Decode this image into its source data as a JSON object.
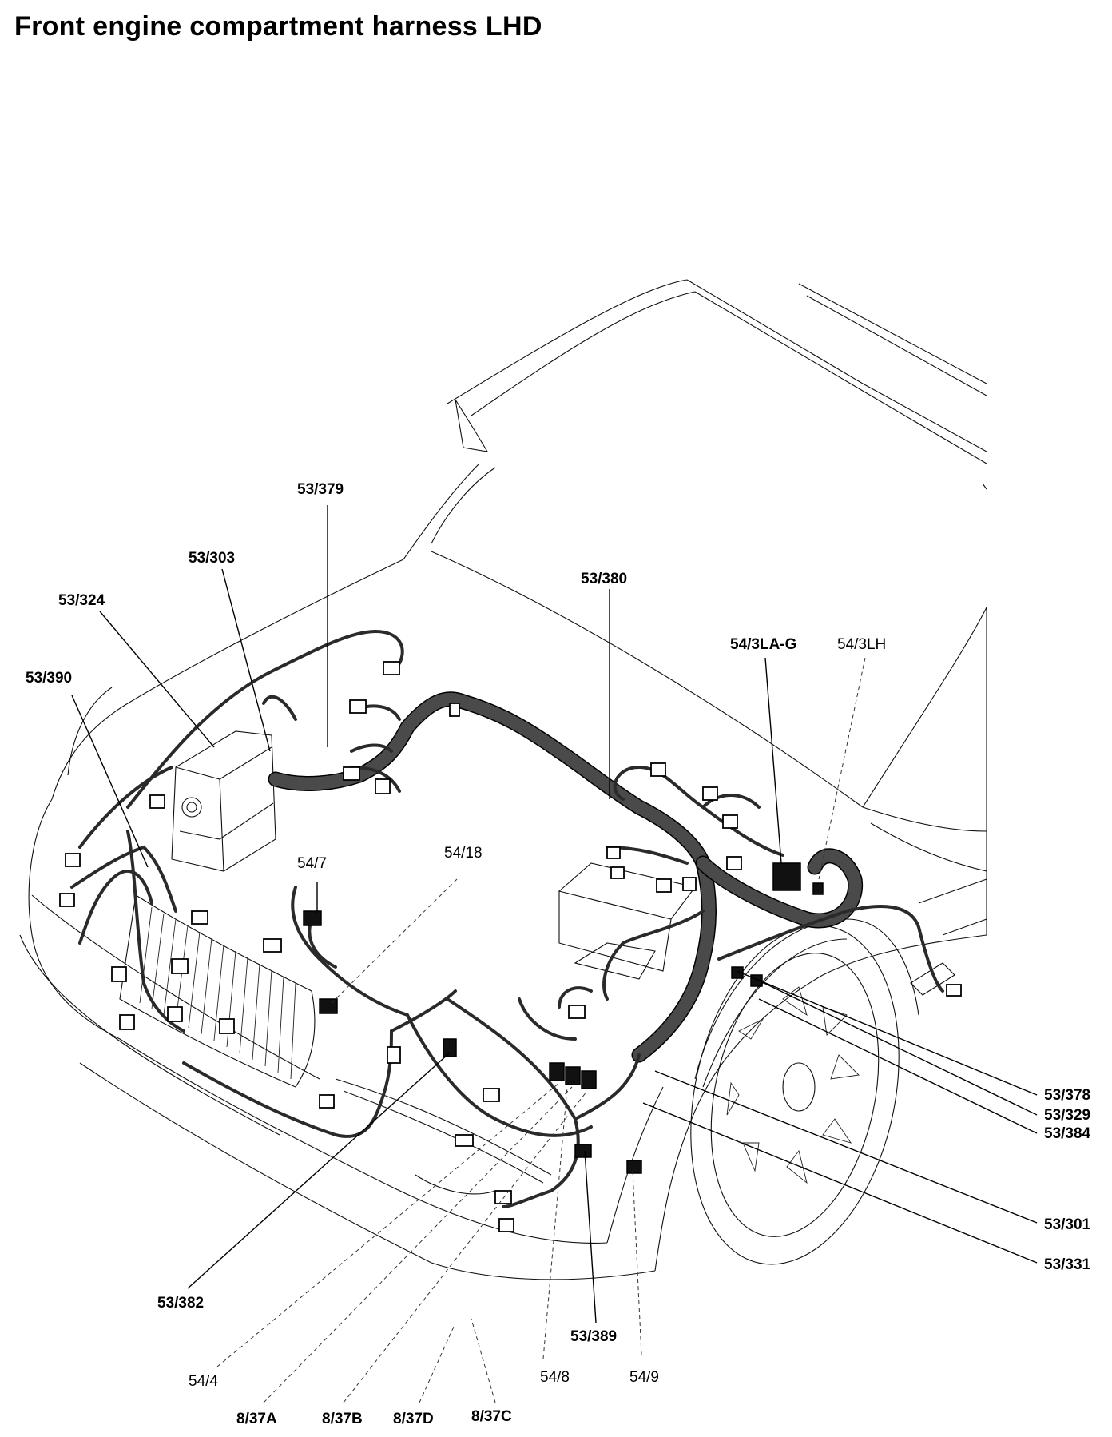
{
  "title": "Front engine compartment harness LHD",
  "labels": {
    "l53_379": "53/379",
    "l53_303": "53/303",
    "l53_324": "53/324",
    "l53_390": "53/390",
    "l53_380": "53/380",
    "l54_3la_g": "54/3LA-G",
    "l54_3lh": "54/3LH",
    "l54_7": "54/7",
    "l54_18": "54/18",
    "l53_378": "53/378",
    "l53_329": "53/329",
    "l53_384": "53/384",
    "l53_301": "53/301",
    "l53_331": "53/331",
    "l53_382": "53/382",
    "l53_389": "53/389",
    "l54_4": "54/4",
    "l54_8": "54/8",
    "l54_9": "54/9",
    "l8_37a": "8/37A",
    "l8_37b": "8/37B",
    "l8_37d": "8/37D",
    "l8_37c": "8/37C"
  }
}
